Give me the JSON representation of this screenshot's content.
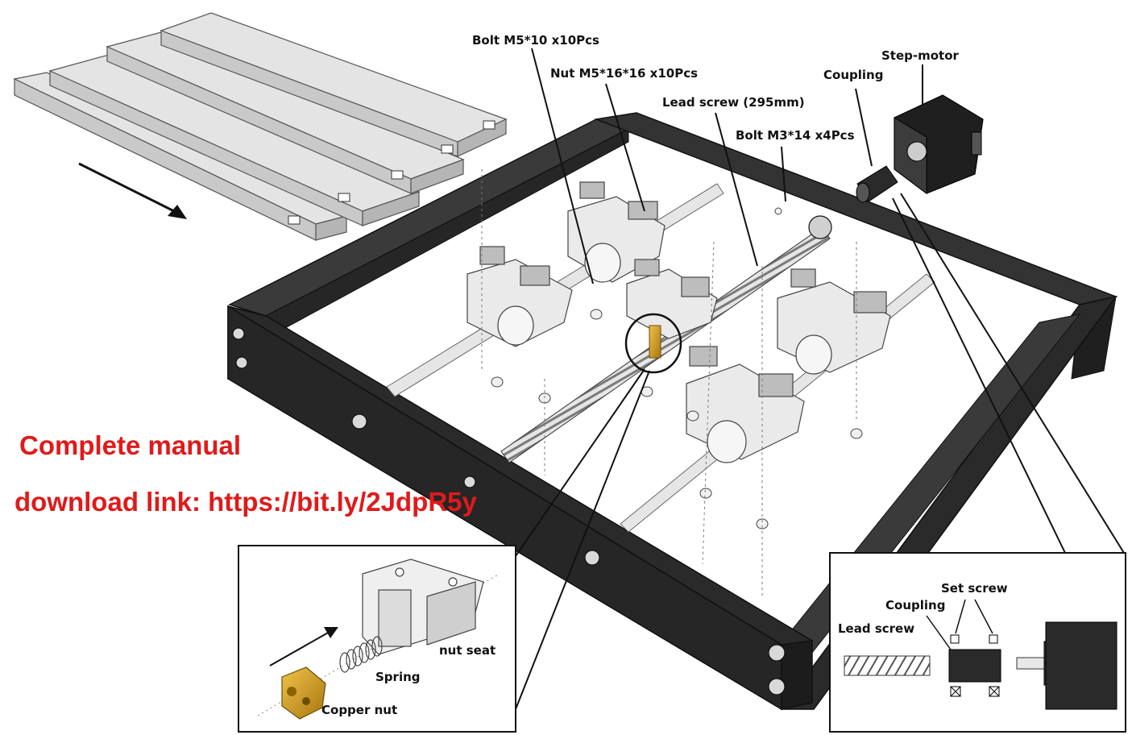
{
  "labels": {
    "bolt_m5": "Bolt M5*10 x10Pcs",
    "nut_m5": "Nut M5*16*16 x10Pcs",
    "lead_screw": "Lead screw (295mm)",
    "bolt_m3": "Bolt M3*14 x4Pcs",
    "coupling": "Coupling",
    "step_motor": "Step-motor"
  },
  "notice": {
    "line1": "Complete manual",
    "line2": "download link: https://bit.ly/2JdpR5y"
  },
  "inset_nut": {
    "nut_seat": "nut seat",
    "spring": "Spring",
    "copper_nut": "Copper nut"
  },
  "inset_coupling": {
    "set_screw": "Set screw",
    "coupling": "Coupling",
    "lead_screw": "Lead screw"
  },
  "colors": {
    "frame": "#2b2b2b",
    "frame_edge": "#111111",
    "aluminum": "#dcdcdc",
    "rod": "#c8c8c8",
    "brass": "#c9961f",
    "red_text": "#e01a1a"
  }
}
